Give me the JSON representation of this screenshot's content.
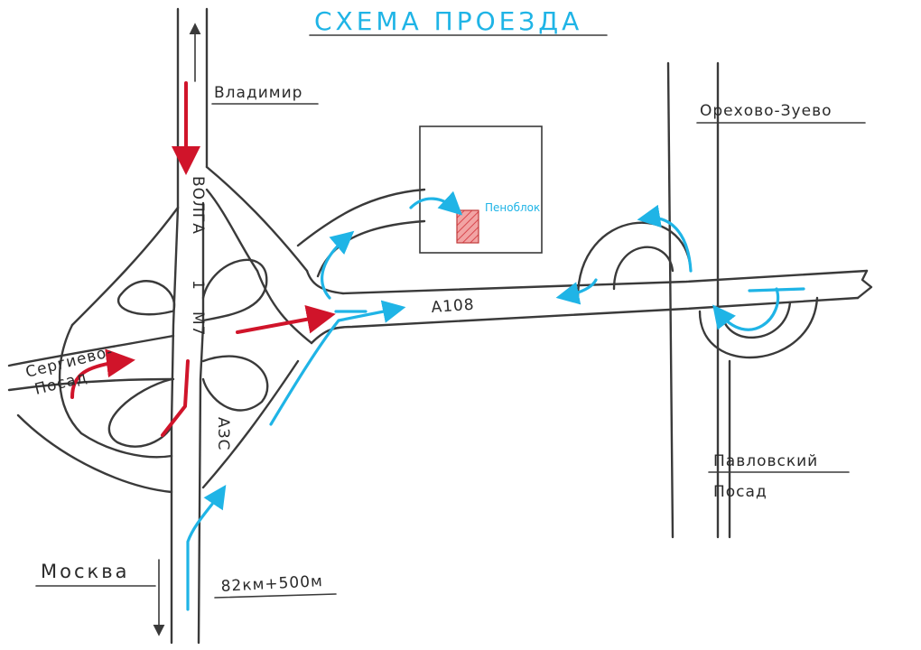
{
  "map": {
    "title": "СХЕМА ПРОЕЗДА",
    "labels": {
      "vladimir": "Владимир",
      "moscow": "Москва",
      "orekhovo": "Орехово-Зуево",
      "pavlovsky_line1": "Павловский",
      "pavlovsky_line2": "Посад",
      "sergiev_line1": "Сергиево-",
      "sergiev_line2": "Посад",
      "highway_vertical_1": "ВОЛГА",
      "highway_vertical_2": "1",
      "highway_vertical_3": "М7",
      "a108": "А108",
      "azs": "АЗС",
      "km": "82км+500м",
      "destination": "Пеноблок"
    },
    "colors": {
      "road": "#3a3a3a",
      "route_red": "#d0142a",
      "route_blue": "#1fb4e6",
      "destination_fill": "#ef8f8f"
    }
  }
}
